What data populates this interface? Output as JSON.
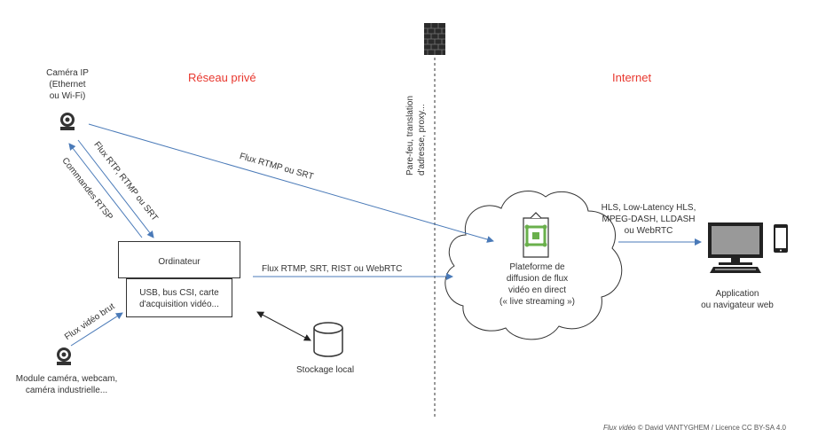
{
  "zones": {
    "private": "Réseau privé",
    "internet": "Internet"
  },
  "firewall": {
    "label": "Pare-feu, translation d'adresse, proxy..."
  },
  "ip_camera": {
    "label": "Caméra IP\n(Ethernet\nou Wi-Fi)"
  },
  "camera_module": {
    "label": "Module caméra, webcam,\ncaméra industrielle..."
  },
  "computer": {
    "title": "Ordinateur",
    "sub": "USB, bus CSI, carte\nd'acquisition vidéo..."
  },
  "storage": {
    "label": "Stockage local"
  },
  "platform": {
    "label": "Plateforme de\ndiffusion de flux\nvidéo en direct\n(« live streaming »)"
  },
  "client": {
    "label": "Application\nou navigateur web"
  },
  "flows": {
    "rtmp_srt": "Flux RTMP ou SRT",
    "rtp": "Flux RTP, RTMP ou SRT",
    "rtsp": "Commandes RTSP",
    "raw": "Flux vidéo brut",
    "computer_out": "Flux RTMP, SRT, RIST ou WebRTC",
    "delivery": "HLS, Low-Latency HLS,\nMPEG-DASH, LLDASH\nou WebRTC"
  },
  "credit": {
    "title": "Flux vidéo",
    "text": "© David VANTYGHEM / Licence CC BY-SA 4.0"
  },
  "colors": {
    "arrow": "#4a7ab8",
    "zone_label": "#e8382f",
    "platform_icon": "#6ab04c",
    "dark": "#333333"
  }
}
